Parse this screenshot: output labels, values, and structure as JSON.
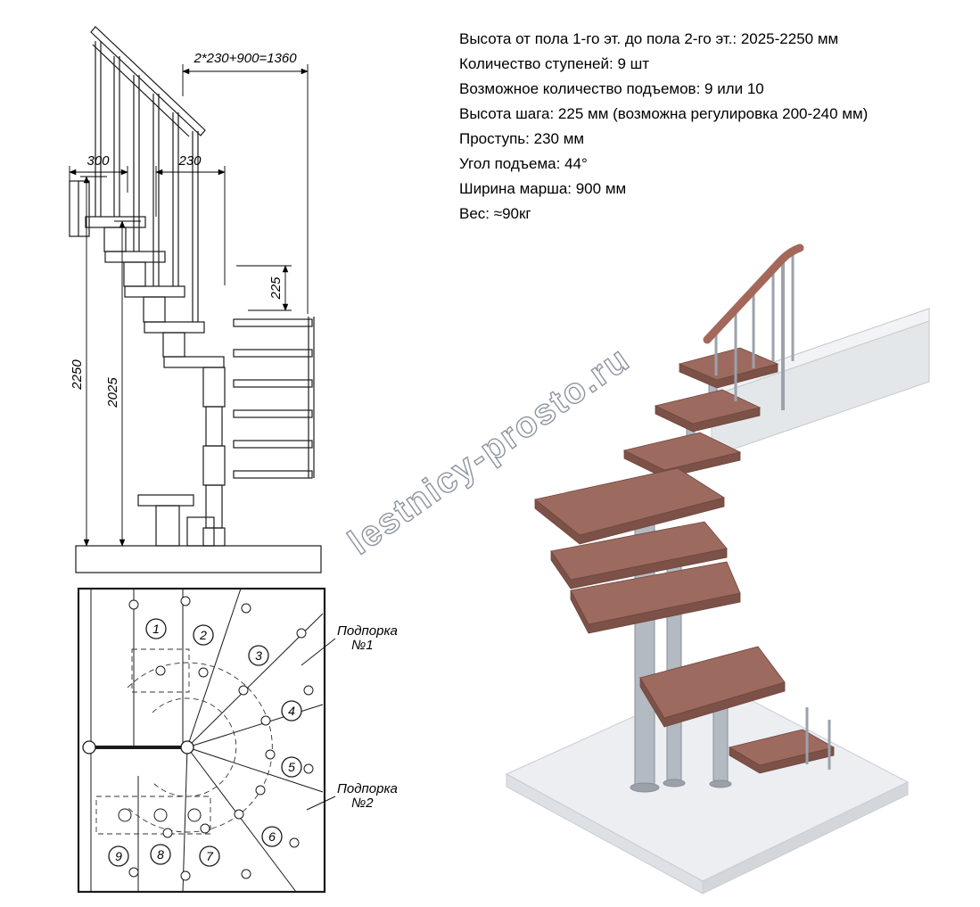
{
  "specs": {
    "lines": [
      "Высота от пола 1-го эт. до пола 2-го эт.: 2025-2250 мм",
      "Количество ступеней: 9 шт",
      "Возможное количество подъемов: 9 или 10",
      "Высота шага: 225 мм (возможна регулировка 200-240 мм)",
      "Проступь: 230 мм",
      "Угол подъема: 44°",
      "Ширина марша: 900 мм",
      "Вес: ≈90кг"
    ]
  },
  "elevation": {
    "dim_top": "2*230+900=1360",
    "dim_left": "300",
    "dim_tread": "230",
    "dim_step_height": "225",
    "dim_total": "2250",
    "dim_floor": "2025"
  },
  "plan": {
    "steps": [
      "1",
      "2",
      "3",
      "4",
      "5",
      "6",
      "7",
      "8",
      "9"
    ],
    "callout1": {
      "line1": "Подпорка",
      "line2": "№1"
    },
    "callout2": {
      "line1": "Подпорка",
      "line2": "№2"
    }
  },
  "watermark": "lestnicy-prosto.ru",
  "colors": {
    "wood": "#9d6a60",
    "wood_dark": "#7c5147",
    "metal": "#b4bac2",
    "handrail": "#a4685a",
    "floor": "#eceef1",
    "wall": "#e4e7ea"
  }
}
